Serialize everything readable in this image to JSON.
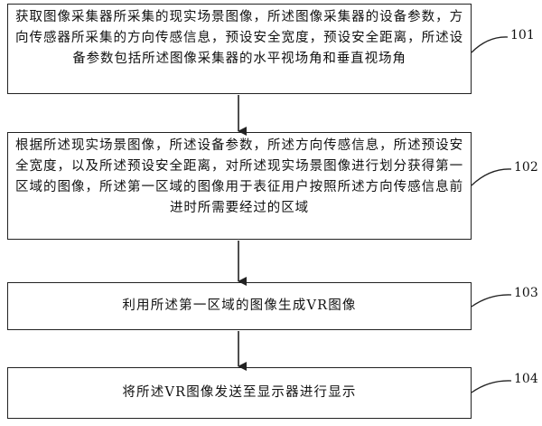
{
  "steps": [
    {
      "id": "101",
      "text": "获取图像采集器所采集的现实场景图像，所述图像采集器的设备参数，方向传感器所采集的方向传感信息，预设安全宽度，预设安全距离，所述设备参数包括所述图像采集器的水平视场角和垂直视场角"
    },
    {
      "id": "102",
      "text": "根据所述现实场景图像，所述设备参数，所述方向传感信息，所述预设安全宽度，以及所述预设安全距离，对所述现实场景图像进行划分获得第一区域的图像，所述第一区域的图像用于表征用户按照所述方向传感信息前进时所需要经过的区域"
    },
    {
      "id": "103",
      "text": "利用所述第一区域的图像生成VR图像"
    },
    {
      "id": "104",
      "text": "将所述VR图像发送至显示器进行显示"
    }
  ]
}
